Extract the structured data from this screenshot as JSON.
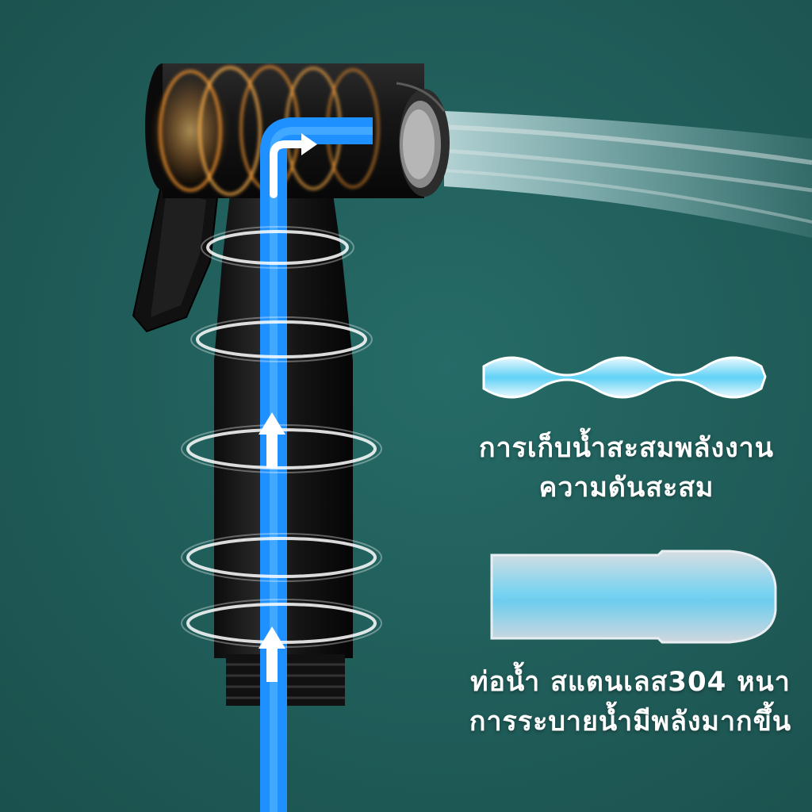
{
  "features": {
    "water_storage": {
      "line1": "การเก็บน้ำสะสมพลังงาน",
      "line2": "ความดันสะสม"
    },
    "stainless_pipe": {
      "line1": "ท่อน้ำ สแตนเลส304 หนา",
      "line2": "การระบายน้ำมีพลังมากขึ้น"
    }
  },
  "colors": {
    "background": "#1f5a57",
    "water_flow": "#1e90ff",
    "sprayer_body": "#141414",
    "glow_orange": "#ff9a2e",
    "text": "#ffffff"
  }
}
